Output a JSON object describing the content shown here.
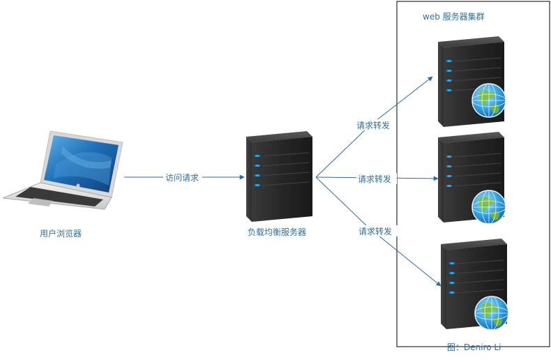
{
  "cluster": {
    "title": "web 服务器集群"
  },
  "client": {
    "label": "用户浏览器"
  },
  "load_balancer": {
    "label": "负载均衡服务器"
  },
  "edges": {
    "request": "访问请求",
    "forward_1": "请求转发",
    "forward_2": "请求转发",
    "forward_3": "请求转发"
  },
  "credit": "图：Deniro Li",
  "colors": {
    "edge": "#2e6a9c",
    "label": "#2f6f9f",
    "server_body": "#2b2b2b",
    "server_led": "#2aa3e8"
  }
}
